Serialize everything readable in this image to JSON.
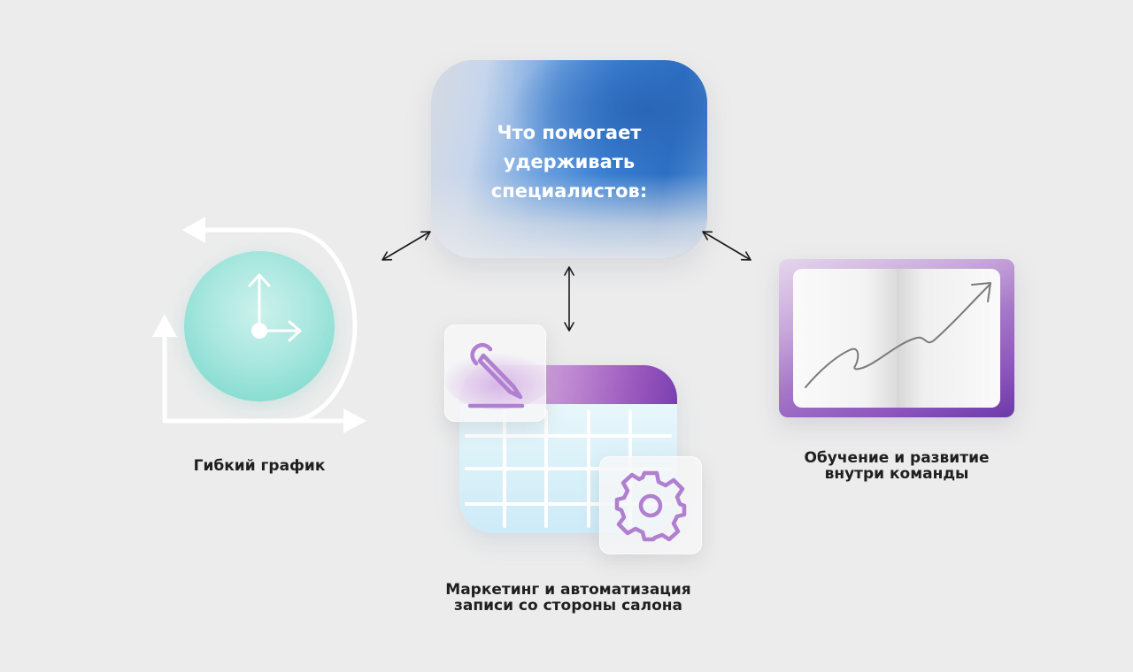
{
  "diagram": {
    "center": {
      "title": "Что помогает\nудерживать\nспециалистов:"
    },
    "items": [
      {
        "label": "Гибкий график"
      },
      {
        "label": "Маркетинг и автоматизация\nзаписи со стороны салона"
      },
      {
        "label": "Обучение и развитие\nвнутри команды"
      }
    ]
  },
  "colors": {
    "background": "#ececec",
    "center_blue": "#2e72c6",
    "clock_teal": "#86dcd0",
    "accent_purple": "#9a58be",
    "icon_purple": "#b07fd0",
    "label_text": "#1f1f1f"
  },
  "icons": [
    "clock-icon",
    "refresh-arrows-icon",
    "calendar-icon",
    "pencil-icon",
    "gear-icon",
    "book-icon",
    "growth-chart-icon"
  ]
}
